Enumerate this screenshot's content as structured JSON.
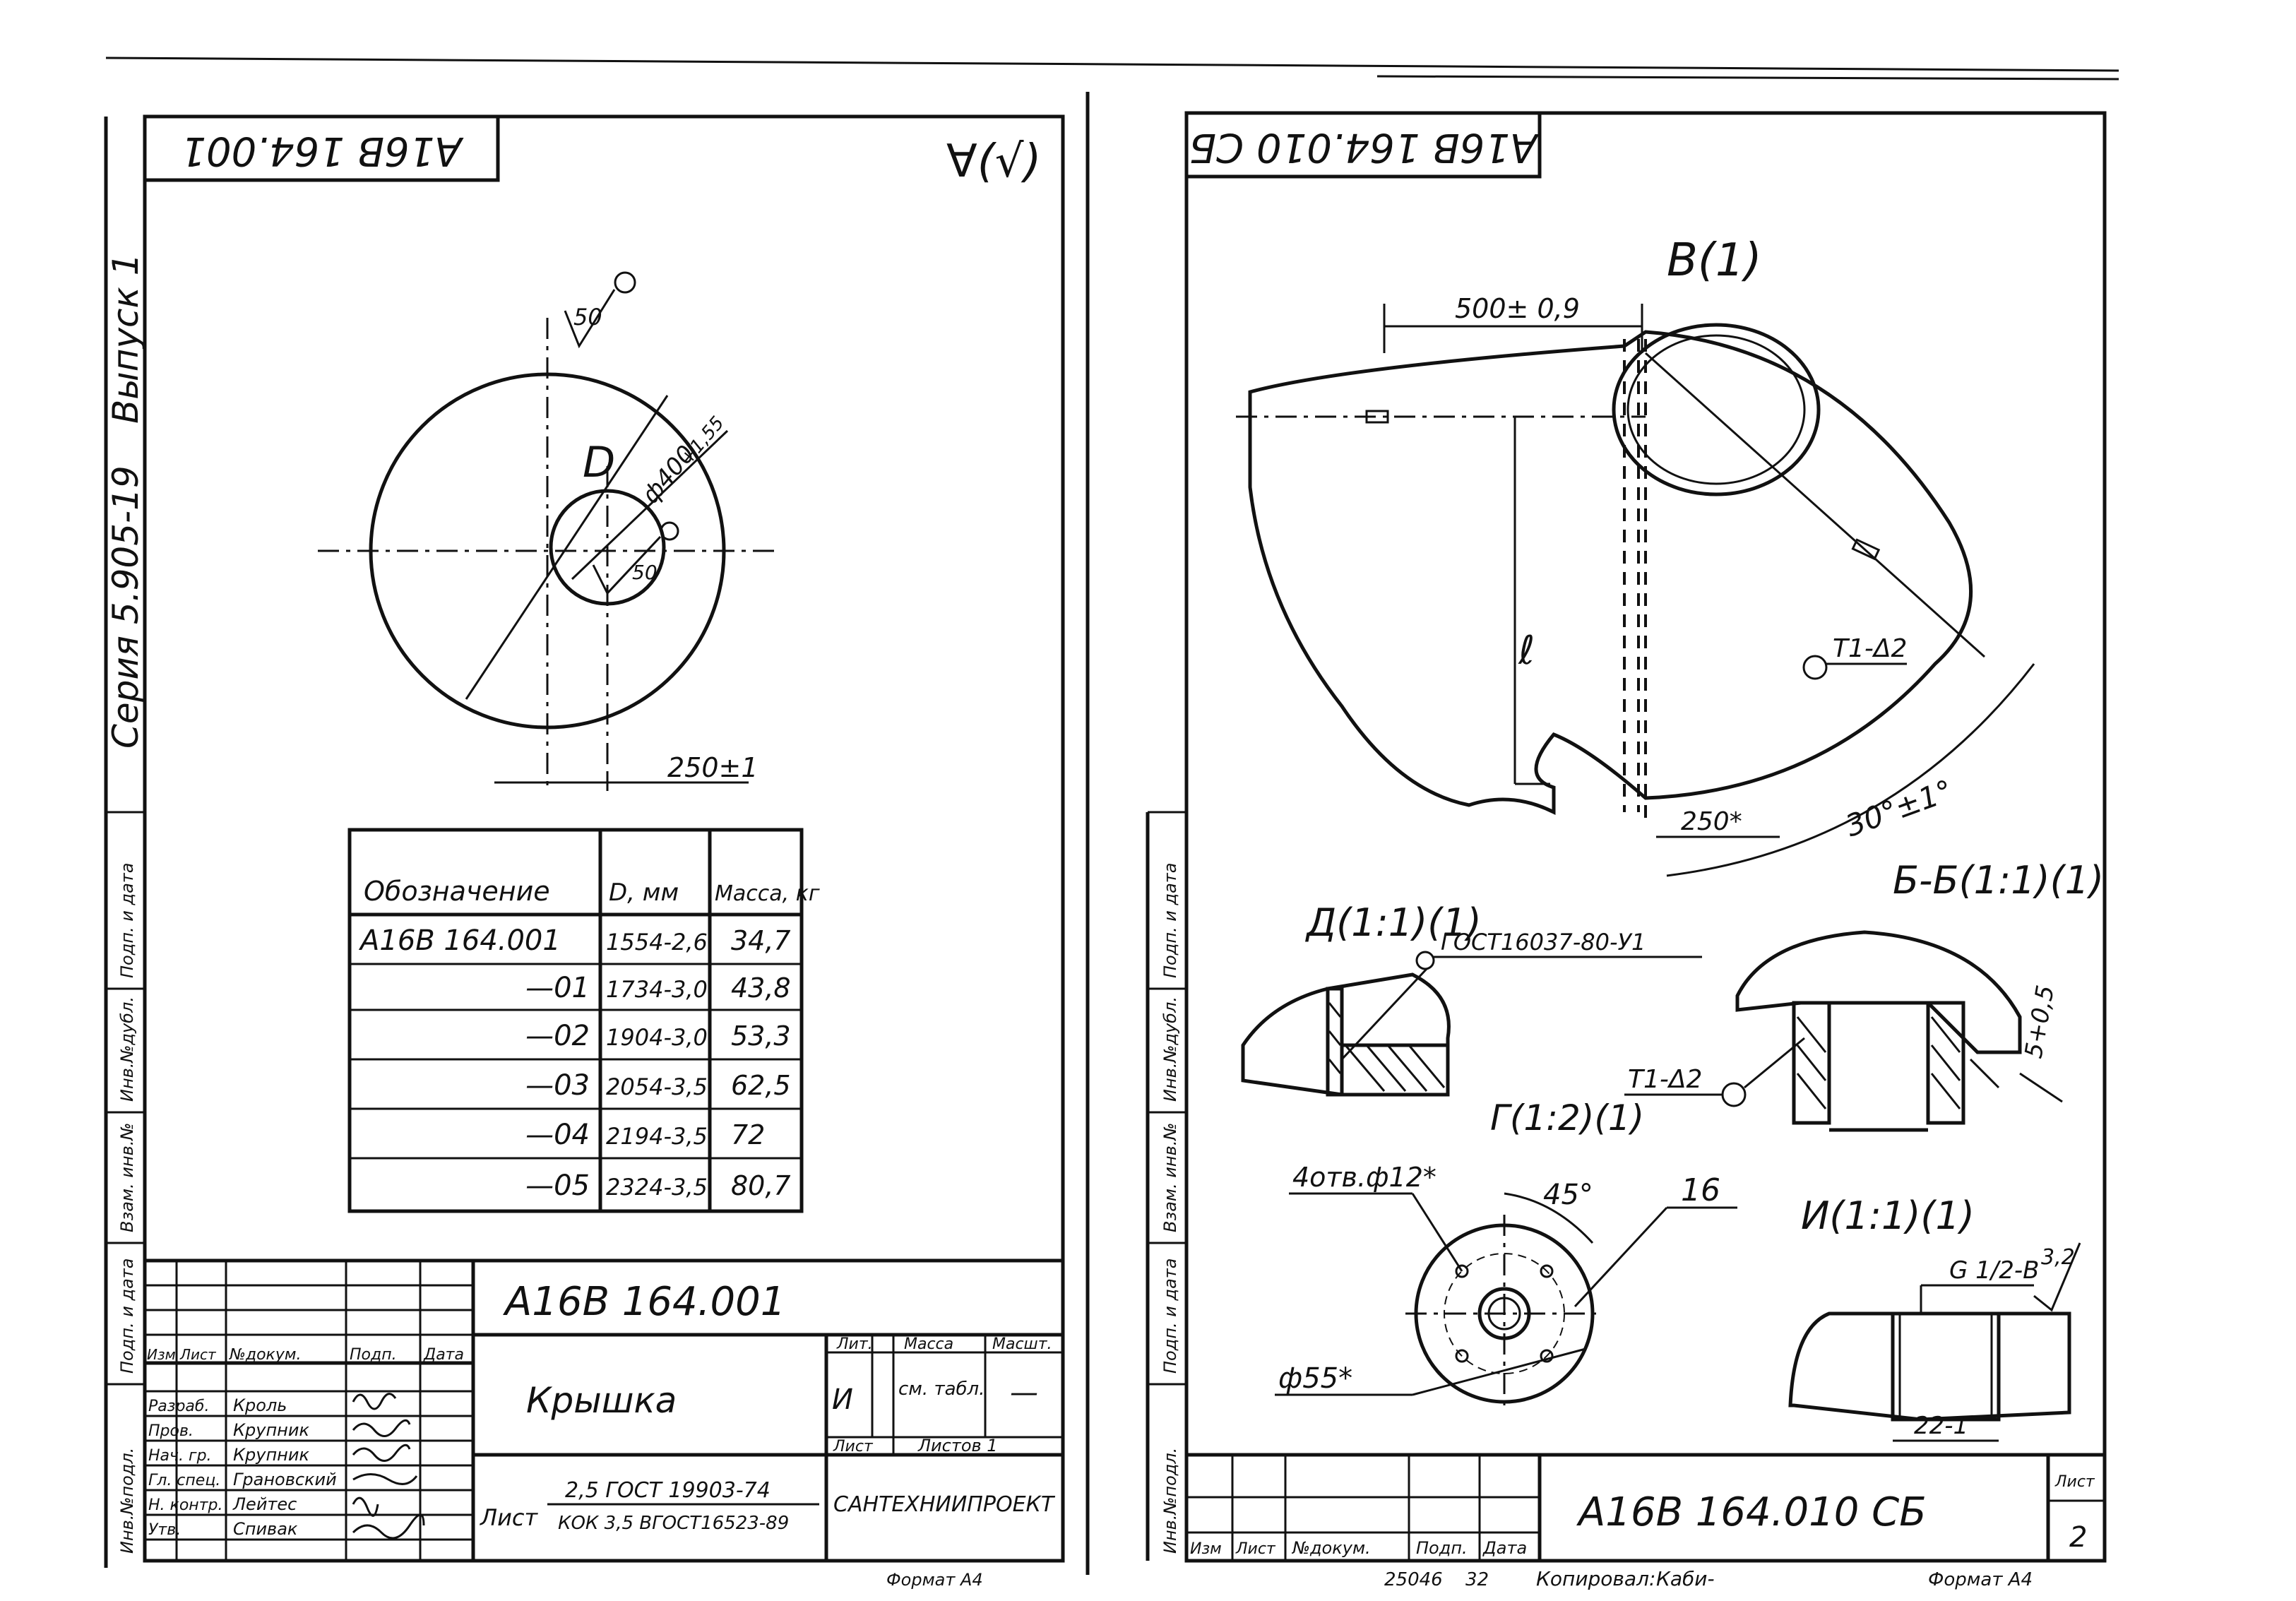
{
  "margin": {
    "series": "Серия 5.905-19",
    "issue": "Выпуск 1",
    "left_stamps": [
      "Инв.№подл.",
      "Подп. и дата",
      "Взам. инв.№",
      "Инв.№дубл.",
      "Подп. и дата"
    ]
  },
  "sheet1": {
    "corner_code": "А16В 164.001",
    "roughness": "∀(√)",
    "labels": {
      "roughness_top": "50",
      "roughness_inner": "50",
      "d_symbol": "D",
      "hole_dim": "ф400",
      "hole_tol": "+1,55",
      "offset_dim": "250±1"
    },
    "table": {
      "headers": [
        "Обозначение",
        "D, мм",
        "Масса, кг"
      ],
      "rows": [
        [
          "А16В 164.001",
          "1554-2,6",
          "34,7"
        ],
        [
          "—01",
          "1734-3,0",
          "43,8"
        ],
        [
          "—02",
          "1904-3,0",
          "53,3"
        ],
        [
          "—03",
          "2054-3,5",
          "62,5"
        ],
        [
          "—04",
          "2194-3,5",
          "72"
        ],
        [
          "—05",
          "2324-3,5",
          "80,7"
        ]
      ]
    },
    "title_block": {
      "code": "А16В 164.001",
      "name": "Крышка",
      "col_lit": "Лит.",
      "col_mass": "Масса",
      "col_scale": "Масшт.",
      "lit_value": "И",
      "mass_value": "см. табл.",
      "scale_value": "—",
      "sheet_label": "Лист",
      "sheets_label": "Листов 1",
      "material_label": "Лист",
      "material_top": "2,5 ГОСТ 19903-74",
      "material_bottom": "КОК 3,5 ВГОСТ16523-89",
      "org": "САНТЕХНИИПРОЕКТ",
      "format": "Формат А4",
      "sig_roles": [
        "Изм",
        "Лист",
        "№докум.",
        "Подп.",
        "Дата"
      ],
      "people": [
        [
          "Разраб.",
          "Кроль"
        ],
        [
          "Пров.",
          "Крупник"
        ],
        [
          "Нач. гр.",
          "Крупник"
        ],
        [
          "Гл. спец.",
          "Грановский"
        ],
        [
          "Н. контр.",
          "Лейтес"
        ],
        [
          "Утв.",
          "Спивак"
        ]
      ]
    }
  },
  "sheet2": {
    "corner_code": "А16В 164.010 СБ",
    "view_b": "В(1)",
    "dim_top": "500± 0,9",
    "dim_l": "ℓ",
    "dim_250": "250*",
    "dim_angle": "30°±1°",
    "weld_1": "Т1-Δ2",
    "section_d": "Д(1:1)(1)",
    "gost_weld": "ГОСТ16037-80-У1",
    "section_bb": "Б-Б(1:1)(1)",
    "weld_2": "Т1-Δ2",
    "dim_5": "5+0,5",
    "view_g": "Г(1:2)(1)",
    "holes": "4отв.ф12*",
    "angle_45": "45°",
    "pos_16": "16",
    "dia_55": "ф55*",
    "view_i": "И(1:1)(1)",
    "thread": "G 1/2-В",
    "rough_32": "3,2",
    "dim_22": "22-1",
    "title_block": {
      "code": "А16В 164.010 СБ",
      "sheet_label": "Лист",
      "sheet_no": "2",
      "sig_roles": [
        "Изм",
        "Лист",
        "№докум.",
        "Подп.",
        "Дата"
      ],
      "bottom_note_num": "25046",
      "bottom_note_page": "32",
      "copied": "Копировал:",
      "copier": "Каби-",
      "format": "Формат А4"
    }
  }
}
